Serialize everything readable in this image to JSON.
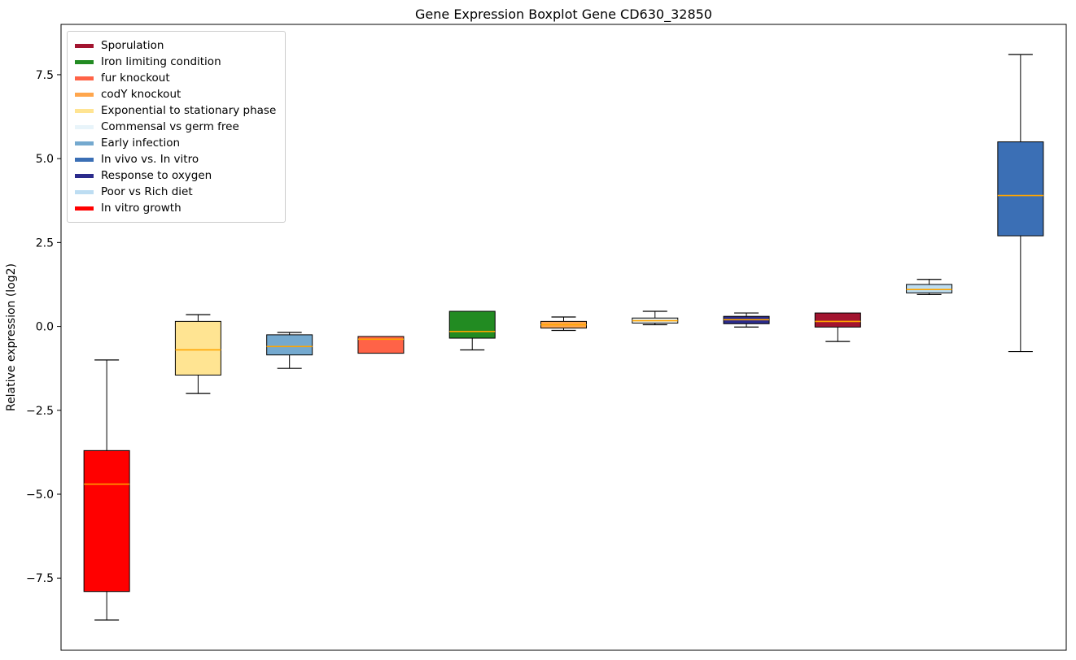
{
  "chart_data": {
    "type": "boxplot",
    "title": "Gene Expression Boxplot Gene CD630_32850",
    "xlabel": "",
    "ylabel": "Relative expression (log2)",
    "ylim": [
      -9.65,
      9.0
    ],
    "yticks": [
      7.5,
      5.0,
      2.5,
      0.0,
      -2.5,
      -5.0,
      -7.5
    ],
    "ytick_labels": [
      "7.5",
      "5.0",
      "2.5",
      "0.0",
      "−2.5",
      "−5.0",
      "−7.5"
    ],
    "grid": false,
    "legend_position": "upper left",
    "median_color": "#FFA500",
    "box_edge_color": "#000000",
    "whisker_color": "#000000",
    "legend": [
      {
        "label": "Sporulation",
        "color": "#A2142F"
      },
      {
        "label": "Iron limiting condition",
        "color": "#228B22"
      },
      {
        "label": "fur knockout",
        "color": "#FF6347"
      },
      {
        "label": "codY knockout",
        "color": "#FFA64D"
      },
      {
        "label": "Exponential to stationary phase",
        "color": "#FFE492"
      },
      {
        "label": "Commensal vs germ free",
        "color": "#E8F4FA"
      },
      {
        "label": "Early infection",
        "color": "#74A9CF"
      },
      {
        "label": "In vivo vs. In vitro",
        "color": "#3B6FB5"
      },
      {
        "label": "Response to oxygen",
        "color": "#2B2B8C"
      },
      {
        "label": "Poor vs Rich diet",
        "color": "#BDDDF2"
      },
      {
        "label": "In vitro growth",
        "color": "#FF0000"
      }
    ],
    "series": [
      {
        "name": "In vitro growth",
        "color": "#FF0000",
        "whisker_low": -8.75,
        "q1": -7.9,
        "median": -4.7,
        "q3": -3.7,
        "whisker_high": -1.0
      },
      {
        "name": "Exponential to stationary phase",
        "color": "#FFE492",
        "whisker_low": -2.0,
        "q1": -1.45,
        "median": -0.7,
        "q3": 0.15,
        "whisker_high": 0.35
      },
      {
        "name": "Early infection",
        "color": "#74A9CF",
        "whisker_low": -1.25,
        "q1": -0.85,
        "median": -0.6,
        "q3": -0.25,
        "whisker_high": -0.18
      },
      {
        "name": "fur knockout",
        "color": "#FF6347",
        "whisker_low": -0.8,
        "q1": -0.8,
        "median": -0.38,
        "q3": -0.3,
        "whisker_high": -0.3
      },
      {
        "name": "Iron limiting condition",
        "color": "#228B22",
        "whisker_low": -0.7,
        "q1": -0.35,
        "median": -0.15,
        "q3": 0.45,
        "whisker_high": 0.45
      },
      {
        "name": "codY knockout",
        "color": "#FFA64D",
        "whisker_low": -0.12,
        "q1": -0.05,
        "median": 0.05,
        "q3": 0.15,
        "whisker_high": 0.28
      },
      {
        "name": "Commensal vs germ free",
        "color": "#E8F4FA",
        "whisker_low": 0.05,
        "q1": 0.1,
        "median": 0.17,
        "q3": 0.25,
        "whisker_high": 0.45
      },
      {
        "name": "Response to oxygen",
        "color": "#2B2B8C",
        "whisker_low": -0.02,
        "q1": 0.08,
        "median": 0.2,
        "q3": 0.3,
        "whisker_high": 0.4
      },
      {
        "name": "Sporulation",
        "color": "#A2142F",
        "whisker_low": -0.45,
        "q1": -0.02,
        "median": 0.15,
        "q3": 0.4,
        "whisker_high": 0.4
      },
      {
        "name": "Poor vs Rich diet",
        "color": "#BDDDF2",
        "whisker_low": 0.95,
        "q1": 1.0,
        "median": 1.1,
        "q3": 1.25,
        "whisker_high": 1.4
      },
      {
        "name": "In vivo vs. In vitro",
        "color": "#3B6FB5",
        "whisker_low": -0.75,
        "q1": 2.7,
        "median": 3.9,
        "q3": 5.5,
        "whisker_high": 8.1
      }
    ]
  }
}
